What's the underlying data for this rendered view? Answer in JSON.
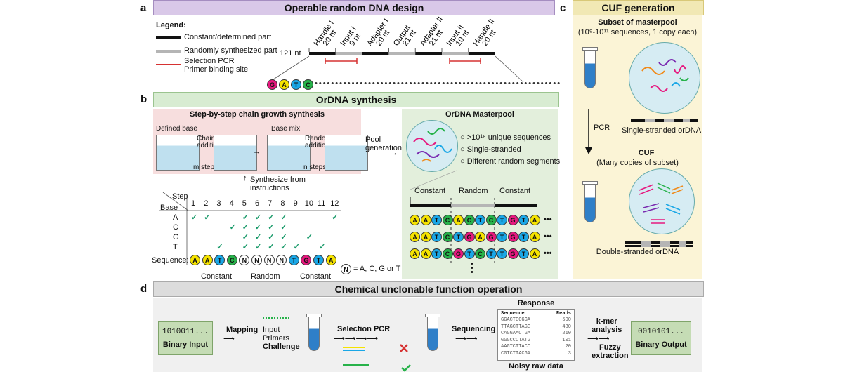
{
  "panels": {
    "a": {
      "letter": "a",
      "title": "Operable random DNA design"
    },
    "b": {
      "letter": "b",
      "title": "OrDNA synthesis"
    },
    "c": {
      "letter": "c",
      "title": "CUF generation"
    },
    "d": {
      "letter": "d",
      "title": "Chemical unclonable function operation"
    }
  },
  "legend": {
    "title": "Legend:",
    "items": [
      "Constant/determined part",
      "Randomly synthesized part",
      "Selection PCR\nPrimer binding site"
    ]
  },
  "design": {
    "length_label": "121 nt",
    "segments": [
      {
        "name": "Handle I",
        "len": "20 nt",
        "type": "constant"
      },
      {
        "name": "Input I",
        "len": "9 nt",
        "type": "random"
      },
      {
        "name": "Adapter I",
        "len": "20 nt",
        "type": "constant"
      },
      {
        "name": "Output",
        "len": "21 nt",
        "type": "random"
      },
      {
        "name": "Adapter II",
        "len": "21 nt",
        "type": "constant"
      },
      {
        "name": "Input II",
        "len": "10 nt",
        "type": "random"
      },
      {
        "name": "Handle II",
        "len": "20 nt",
        "type": "constant"
      }
    ],
    "bases": [
      "G",
      "A",
      "T",
      "C"
    ],
    "colors": {
      "G": "#e6197f",
      "A": "#f5e300",
      "T": "#1aa7e6",
      "C": "#27b24a",
      "constant": "#111111",
      "random": "#b5b5b5",
      "primer": "#d63232"
    }
  },
  "synthesis": {
    "box_title": "Step-by-step chain growth synthesis",
    "defined_base": "Defined base",
    "chain_addition": "Chain\naddition",
    "m_steps": "m steps",
    "base_mix": "Base mix",
    "random_addition": "Random\naddition",
    "n_steps": "n steps",
    "pool_generation": "Pool\ngeneration",
    "synth_from": "Synthesize from\ninstructions",
    "step_label": "Step",
    "base_label": "Base",
    "steps": [
      "1",
      "2",
      "3",
      "4",
      "5",
      "6",
      "7",
      "8",
      "9",
      "10",
      "11",
      "12"
    ],
    "rows": [
      "A",
      "C",
      "G",
      "T"
    ],
    "sequence_label": "Sequence:",
    "sequence": [
      "A",
      "A",
      "T",
      "C",
      "N",
      "N",
      "N",
      "N",
      "T",
      "G",
      "T",
      "A"
    ],
    "n_legend": "= A, C, G or T",
    "group_labels": [
      "Constant",
      "Random",
      "Constant"
    ]
  },
  "masterpool": {
    "title": "OrDNA Masterpool",
    "bullets": [
      ">10¹⁸ unique sequences",
      "Single-stranded",
      "Different random segments"
    ],
    "col_labels": [
      "Constant",
      "Random",
      "Constant"
    ],
    "rows": [
      [
        "A",
        "A",
        "T",
        "C",
        "A",
        "C",
        "T",
        "C",
        "T",
        "G",
        "T",
        "A"
      ],
      [
        "A",
        "A",
        "T",
        "C",
        "T",
        "G",
        "A",
        "G",
        "T",
        "G",
        "T",
        "A"
      ],
      [
        "A",
        "A",
        "T",
        "C",
        "G",
        "T",
        "C",
        "T",
        "T",
        "G",
        "T",
        "A"
      ]
    ],
    "ellipsis": "•••"
  },
  "cuf": {
    "subset_title": "Subset of masterpool",
    "subset_sub": "(10⁹-10¹¹ sequences, 1 copy each)",
    "pcr": "PCR",
    "single_stranded": "Single-stranded orDNA",
    "cuf_title": "CUF",
    "cuf_sub": "(Many copies of subset)",
    "double_stranded": "Double-stranded orDNA"
  },
  "operation": {
    "binary_input_value": "1010011...",
    "binary_input_label": "Binary Input",
    "mapping": "Mapping",
    "input": "Input",
    "primers": "Primers",
    "challenge": "Challenge",
    "selection_pcr": "Selection PCR",
    "sequencing": "Sequencing",
    "response_title": "Response",
    "response_headers": [
      "Sequence",
      "Reads"
    ],
    "response_rows": [
      [
        "GGACTCCGGA",
        "500"
      ],
      [
        "TTAGCTTAGC",
        "430"
      ],
      [
        "CAGGAACTGA",
        "210"
      ],
      [
        "GGGCCCTATG",
        "101"
      ],
      [
        "AAGTCTTACC",
        "20"
      ],
      [
        "CGTCTTACGA",
        "3"
      ]
    ],
    "noisy": "Noisy raw data",
    "kmer": "k-mer\nanalysis",
    "fuzzy": "Fuzzy\nextraction",
    "binary_output_value": "0010101...",
    "binary_output_label": "Binary Output"
  }
}
